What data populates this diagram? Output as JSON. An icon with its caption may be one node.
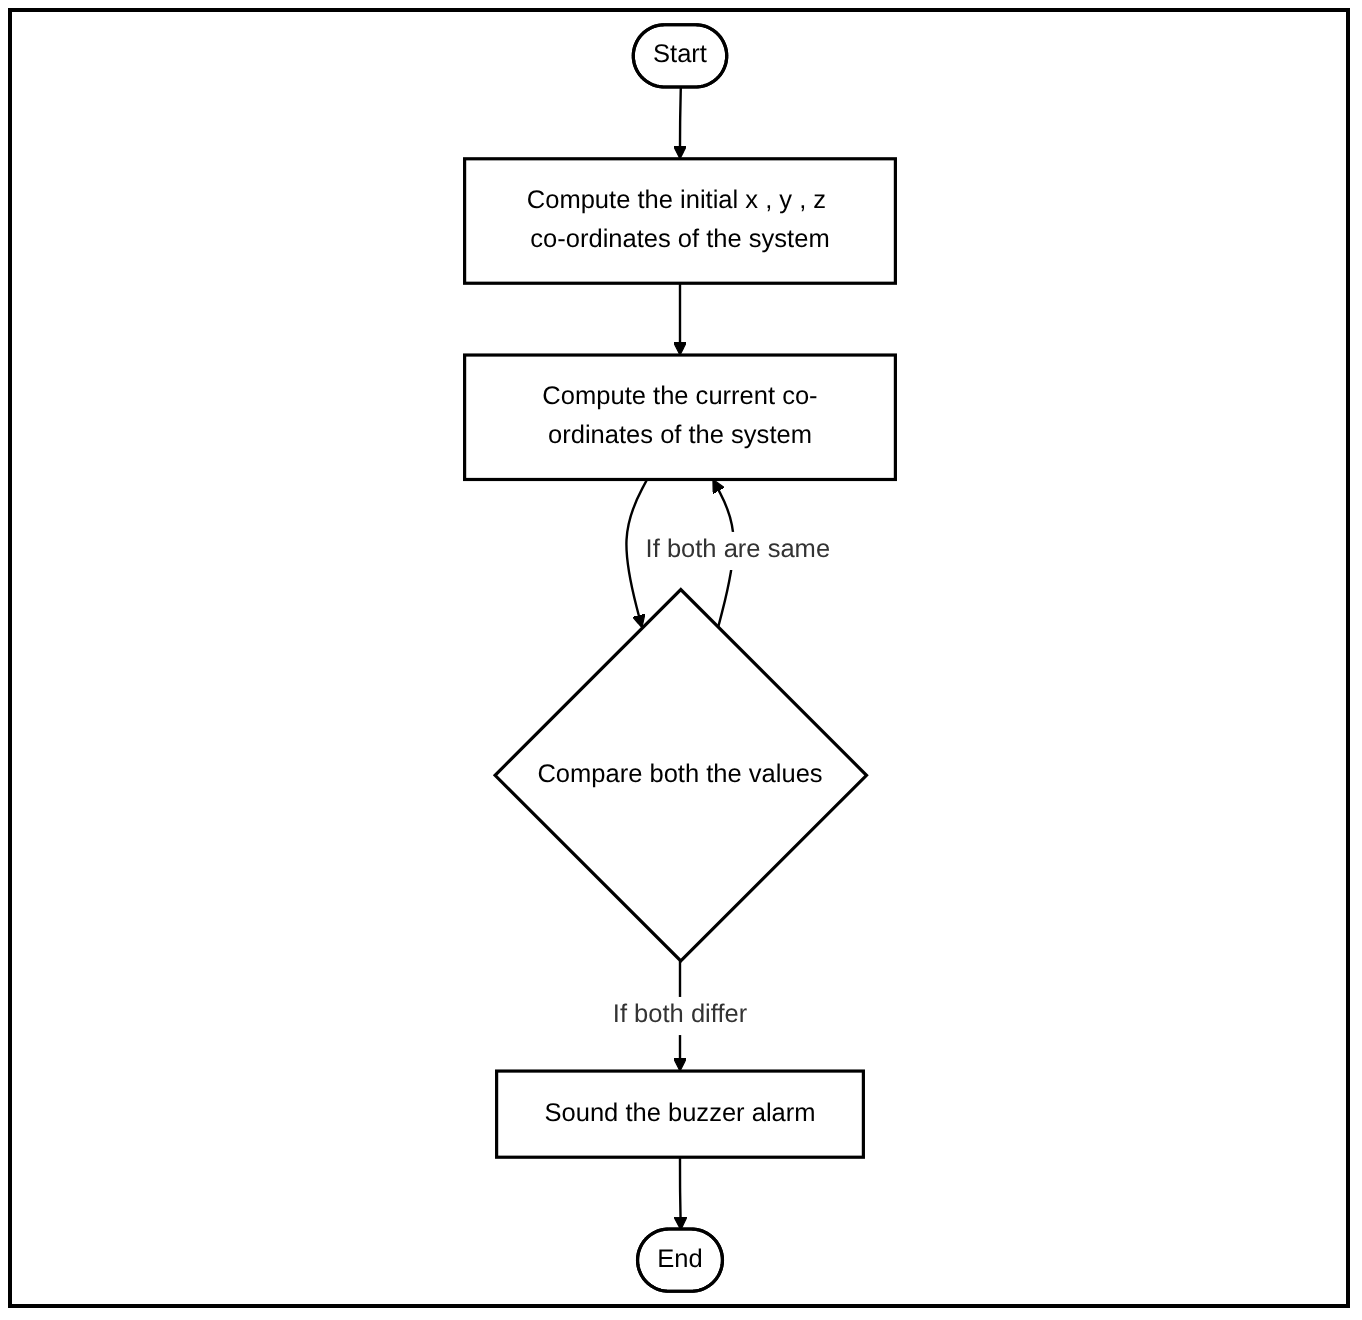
{
  "diagram": {
    "nodes": [
      {
        "text": [
          "Start"
        ]
      },
      {
        "text": [
          "Compute the initial x , y , z co-ordinates of the system"
        ]
      },
      {
        "text": [
          "Compute the current co-ordinates of the system"
        ]
      },
      {
        "text": [
          "Compare both the values"
        ]
      },
      {
        "text": [
          "Sound the buzzer alarm"
        ]
      },
      {
        "text": [
          "End"
        ]
      }
    ],
    "edges": [
      {
        "from": 0,
        "to": 1,
        "arrow": "to"
      },
      {
        "from": 1,
        "to": 2,
        "arrow": "to"
      },
      {
        "from": 2,
        "to": 3,
        "arrow": "to"
      },
      {
        "from": 3,
        "to": 2,
        "arrow": "to",
        "label": "If both are same"
      },
      {
        "from": 3,
        "to": 4,
        "arrow": "to",
        "label": "If both differ"
      },
      {
        "from": 4,
        "to": 5,
        "arrow": "to"
      }
    ]
  }
}
